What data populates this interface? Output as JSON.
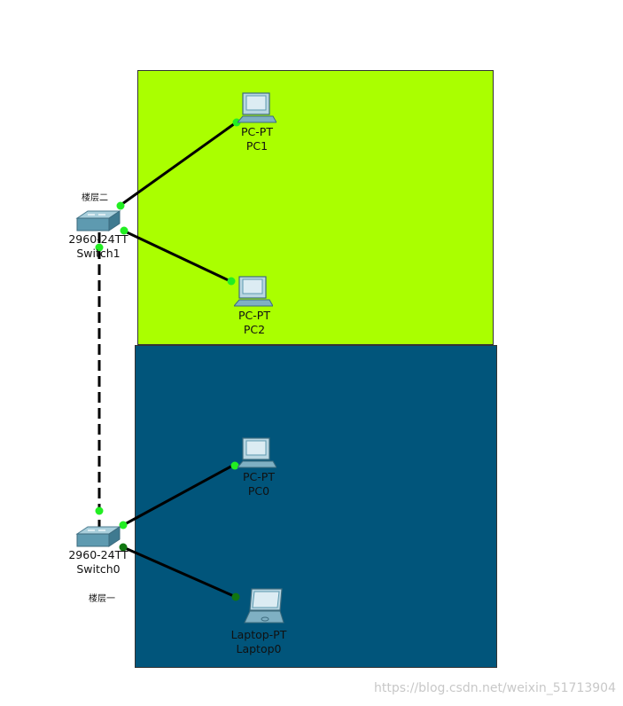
{
  "colors": {
    "zone_floor2": "#aaff00",
    "zone_floor1": "#01557b",
    "link": "#000000",
    "port_up": "#22ee22",
    "port_dark": "#117711"
  },
  "zones": {
    "floor2": {
      "label": "楼层二"
    },
    "floor1": {
      "label": "楼层一"
    }
  },
  "devices": {
    "switch1": {
      "model": "2960-24TT",
      "name": "Switch1",
      "icon": "switch-icon"
    },
    "switch0": {
      "model": "2960-24TT",
      "name": "Switch0",
      "icon": "switch-icon"
    },
    "pc1": {
      "model": "PC-PT",
      "name": "PC1",
      "icon": "pc-icon"
    },
    "pc2": {
      "model": "PC-PT",
      "name": "PC2",
      "icon": "pc-icon"
    },
    "pc0": {
      "model": "PC-PT",
      "name": "PC0",
      "icon": "pc-icon"
    },
    "laptop0": {
      "model": "Laptop-PT",
      "name": "Laptop0",
      "icon": "laptop-icon"
    }
  },
  "links": [
    {
      "from": "switch1",
      "to": "pc1",
      "style": "solid"
    },
    {
      "from": "switch1",
      "to": "pc2",
      "style": "solid"
    },
    {
      "from": "switch1",
      "to": "switch0",
      "style": "dashed"
    },
    {
      "from": "switch0",
      "to": "pc0",
      "style": "solid"
    },
    {
      "from": "switch0",
      "to": "laptop0",
      "style": "solid"
    }
  ],
  "watermark": "https://blog.csdn.net/weixin_51713904"
}
